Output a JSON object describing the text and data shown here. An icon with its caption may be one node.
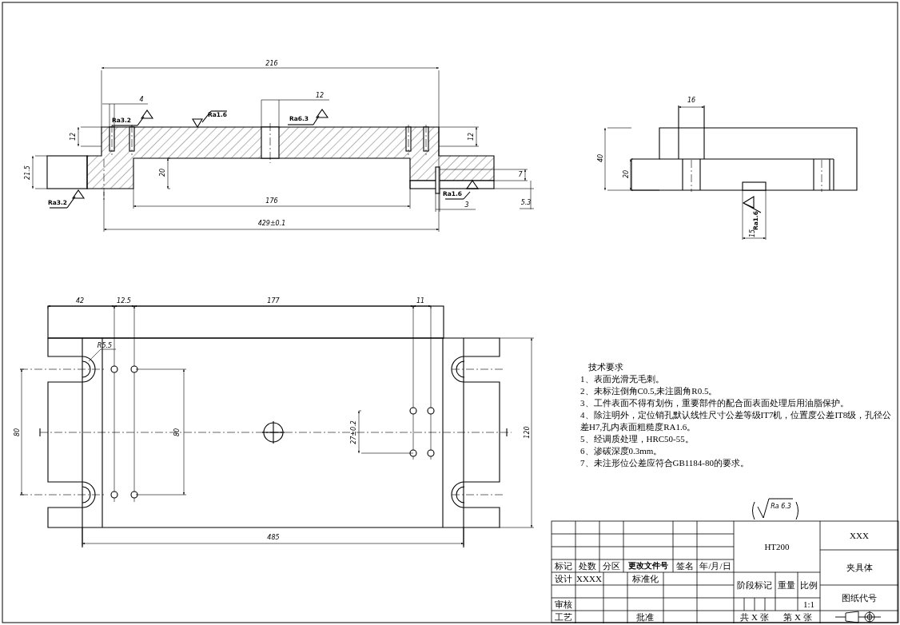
{
  "diagram": {
    "labels": [
      "216",
      "4",
      "12",
      "Ra3.2",
      "Ra1.6",
      "Ra6.3",
      "12",
      "12",
      "21.5",
      "20",
      "7",
      "Ra3.2",
      "176",
      "Ra1.6",
      "3",
      "5.3",
      "429±0.1",
      "16",
      "40",
      "20",
      "Ra1.6",
      "15",
      "42",
      "12.5",
      "177",
      "11",
      "R5.5",
      "80",
      "80",
      "27±0.2",
      "120",
      "485",
      "技术要求",
      "1、表面光滑无毛刺。",
      "2、未标注倒角C0.5,未注圆角R0.5。",
      "3、工件表面不得有划伤，重要部件的配合面表面处理后用油脂保护。",
      "4、除注明外，定位销孔默认线性尺寸公差等级IT7机，位置度公差IT8级，孔径公差H7,孔内表面粗糙度RA1.6。",
      "5、经调质处理，HRC50-55。",
      "6、渗碳深度0.3mm。",
      "7、未注形位公差应符合GB1184-80的要求。",
      "Ra 6.3",
      "标记",
      "处数",
      "分区",
      "更改文件号",
      "签名",
      "年/月/日",
      "设计",
      "XXXX",
      "标准化",
      "审核",
      "工艺",
      "批准",
      "HT200",
      "阶段标记",
      "重量",
      "比例",
      "1:1",
      "共 X 张",
      "第 X 张",
      "XXX",
      "夹具体",
      "图纸代号"
    ]
  }
}
